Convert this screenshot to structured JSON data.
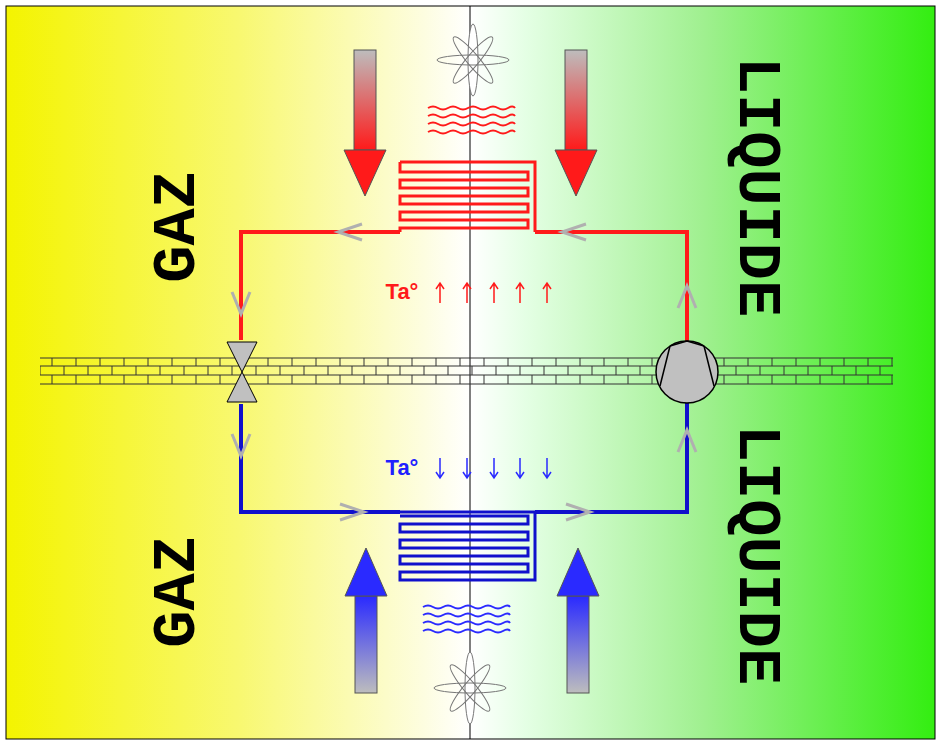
{
  "diagram": {
    "labels": [
      "GAZ",
      "LIQUIDE",
      "Ta°",
      "Ta°",
      "GAZ",
      "LIQUIDE"
    ]
  }
}
